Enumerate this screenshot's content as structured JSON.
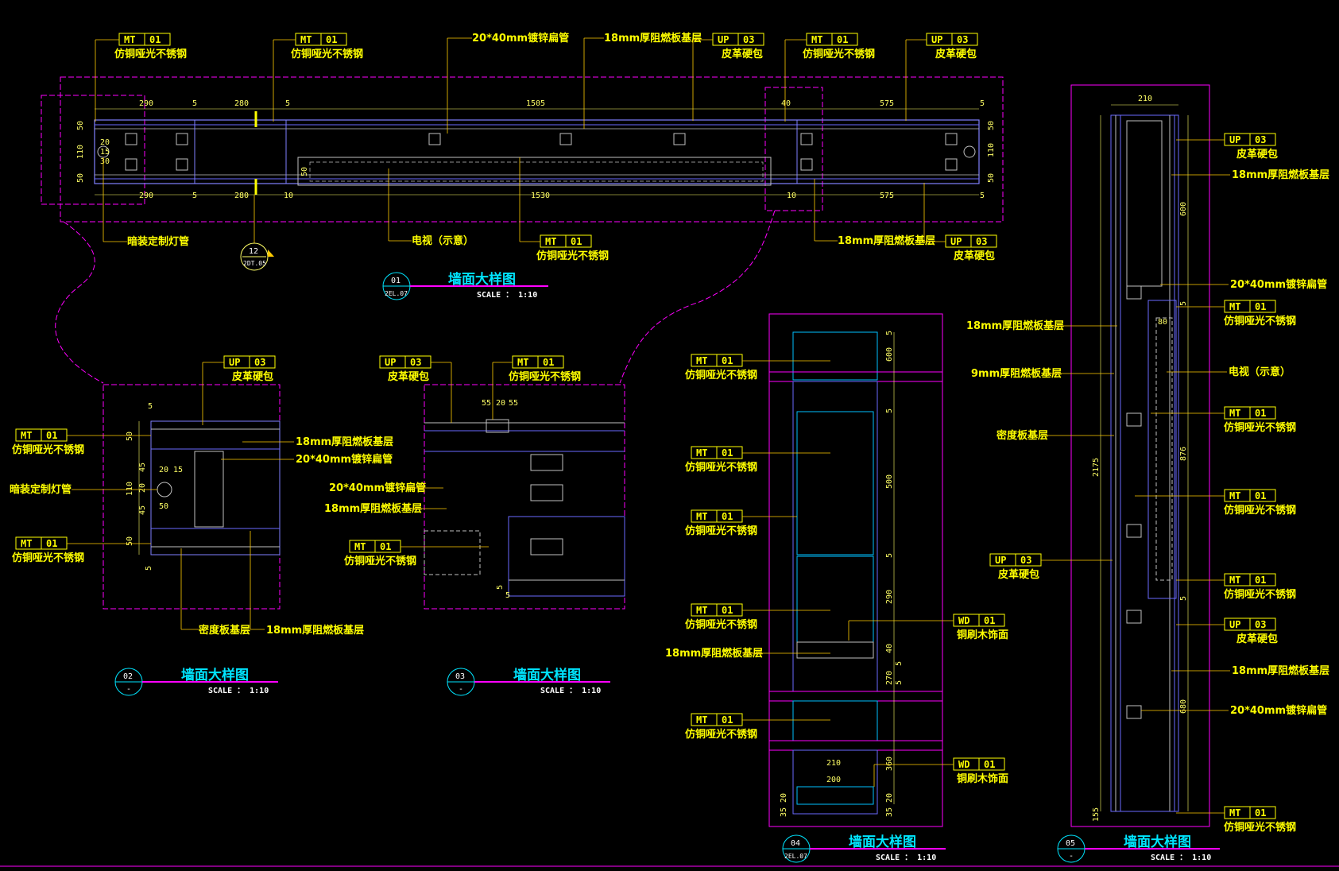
{
  "colors": {
    "background": "#000000",
    "frame": "#ff00ff",
    "annotation": "#ffff00",
    "geometry": "#6a6aff",
    "title": "#00e5ff",
    "leader": "#ffcc00"
  },
  "tags": {
    "mt01": {
      "code": "MT",
      "num": "01"
    },
    "up03": {
      "code": "UP",
      "num": "03"
    },
    "wd01": {
      "code": "WD",
      "num": "01"
    }
  },
  "notes": {
    "mt": "仿铜哑光不锈钢",
    "up": "皮革硬包",
    "wd": "铜刷木饰面",
    "pipe": "20*40mm镀锌扁管",
    "board18": "18mm厚阻燃板基层",
    "board9": "9mm厚阻燃板基层",
    "mdf": "密度板基层",
    "light": "暗装定制灯管",
    "tv": "电视（示意）"
  },
  "titles": {
    "detail": "墙面大样图",
    "scale": "SCALE ： 1:10"
  },
  "bubbles": {
    "d01": {
      "num": "01",
      "ref": "2EL.07"
    },
    "d02": {
      "num": "02",
      "ref": "-"
    },
    "d03": {
      "num": "03",
      "ref": "-"
    },
    "d04": {
      "num": "04",
      "ref": "2EL.07"
    },
    "d05": {
      "num": "05",
      "ref": "-"
    },
    "sec12": {
      "num": "12",
      "ref": "2DT.05"
    }
  },
  "dims": {
    "d1_top": [
      "290",
      "5",
      "280",
      "5",
      "1505",
      "40",
      "575",
      "5"
    ],
    "d1_bottom": [
      "290",
      "5",
      "280",
      "10",
      "1530",
      "10",
      "575",
      "5"
    ],
    "d1_left": [
      "50",
      "110",
      "50"
    ],
    "d1_inner": [
      "20",
      "15",
      "30"
    ],
    "d1_mid": "50",
    "d1_right": [
      "50",
      "110",
      "50"
    ],
    "d2": [
      "5",
      "50",
      "45",
      "20",
      "15",
      "110",
      "20",
      "45",
      "50",
      "50",
      "5"
    ],
    "d3": [
      "55",
      "20",
      "55",
      "5",
      "5"
    ],
    "d4": [
      "5",
      "600",
      "5",
      "500",
      "5",
      "290",
      "40",
      "5",
      "270",
      "5",
      "210",
      "200",
      "360",
      "20",
      "35",
      "20",
      "35"
    ],
    "d5": [
      "210",
      "600",
      "5",
      "80",
      "876",
      "5",
      "2175",
      "680",
      "155"
    ]
  }
}
